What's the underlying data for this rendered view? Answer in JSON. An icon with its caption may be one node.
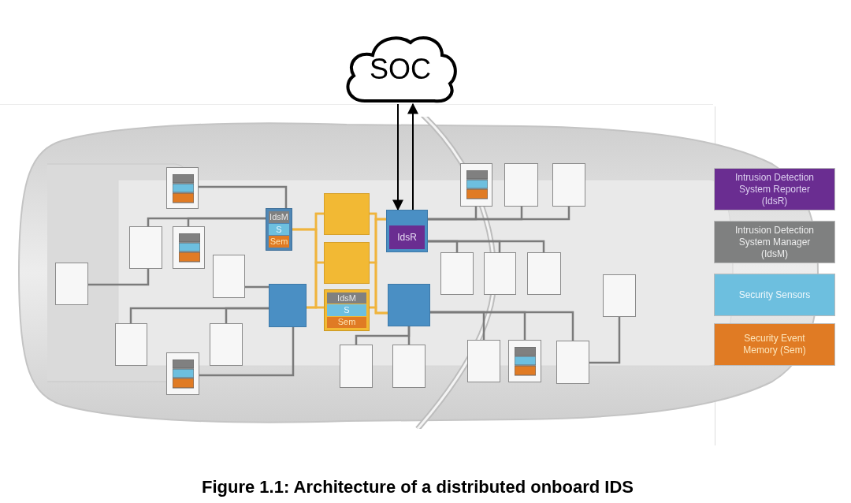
{
  "diagram": {
    "caption": "Figure 1.1: Architecture of a distributed onboard IDS",
    "nodes": [
      {
        "text": [
          "SOC"
        ]
      },
      {
        "text": [
          "IdsM",
          "S",
          "Sem"
        ]
      },
      {
        "text": [],
        "shape": "box"
      },
      {
        "text": [],
        "shape": "box"
      },
      {
        "text": [
          "IdsM",
          "S",
          "Sem"
        ]
      },
      {
        "text": [
          "IdsR"
        ]
      },
      {
        "text": [],
        "shape": "box"
      },
      {
        "text": [],
        "shape": "box"
      },
      {
        "text": [],
        "shape": "box"
      },
      {
        "text": [],
        "shape": "box"
      },
      {
        "text": [],
        "shape": "box"
      },
      {
        "text": [],
        "shape": "box"
      },
      {
        "text": [],
        "shape": "box"
      },
      {
        "text": [],
        "shape": "box"
      },
      {
        "text": [],
        "shape": "box"
      },
      {
        "text": [],
        "shape": "box"
      },
      {
        "text": [],
        "shape": "box"
      },
      {
        "text": [],
        "shape": "box"
      },
      {
        "text": [],
        "shape": "box"
      },
      {
        "text": [],
        "shape": "box"
      },
      {
        "text": [],
        "shape": "box"
      },
      {
        "text": [],
        "shape": "box"
      },
      {
        "text": [],
        "shape": "box"
      },
      {
        "text": [],
        "shape": "box"
      },
      {
        "text": [],
        "shape": "box"
      },
      {
        "text": [],
        "shape": "box"
      },
      {
        "text": [],
        "shape": "box"
      },
      {
        "text": [],
        "shape": "box"
      }
    ],
    "edges": [
      {
        "from": 0,
        "to": 5,
        "arrow": "to",
        "color": "#000000"
      },
      {
        "from": 5,
        "to": 0,
        "arrow": "to",
        "color": "#000000"
      },
      {
        "from": 8,
        "to": 1,
        "arrow": "none"
      },
      {
        "from": 1,
        "to": 9,
        "arrow": "none"
      },
      {
        "from": 1,
        "to": 10,
        "arrow": "none"
      },
      {
        "from": 9,
        "to": 11,
        "arrow": "none"
      },
      {
        "from": 12,
        "to": 6,
        "arrow": "none"
      },
      {
        "from": 6,
        "to": 13,
        "arrow": "none"
      },
      {
        "from": 6,
        "to": 14,
        "arrow": "none"
      },
      {
        "from": 6,
        "to": 15,
        "arrow": "none"
      },
      {
        "from": 1,
        "to": 2,
        "arrow": "none",
        "color": "#f0b43c"
      },
      {
        "from": 1,
        "to": 3,
        "arrow": "none",
        "color": "#f0b43c"
      },
      {
        "from": 1,
        "to": 4,
        "arrow": "none",
        "color": "#f0b43c"
      },
      {
        "from": 6,
        "to": 2,
        "arrow": "none",
        "color": "#f0b43c"
      },
      {
        "from": 6,
        "to": 3,
        "arrow": "none",
        "color": "#f0b43c"
      },
      {
        "from": 6,
        "to": 4,
        "arrow": "none",
        "color": "#f0b43c"
      },
      {
        "from": 2,
        "to": 5,
        "arrow": "none",
        "color": "#f0b43c"
      },
      {
        "from": 3,
        "to": 5,
        "arrow": "none",
        "color": "#f0b43c"
      },
      {
        "from": 4,
        "to": 5,
        "arrow": "none",
        "color": "#f0b43c"
      },
      {
        "from": 2,
        "to": 7,
        "arrow": "none",
        "color": "#f0b43c"
      },
      {
        "from": 3,
        "to": 7,
        "arrow": "none",
        "color": "#f0b43c"
      },
      {
        "from": 4,
        "to": 7,
        "arrow": "none",
        "color": "#f0b43c"
      },
      {
        "from": 5,
        "to": 16,
        "arrow": "none"
      },
      {
        "from": 5,
        "to": 17,
        "arrow": "none"
      },
      {
        "from": 5,
        "to": 18,
        "arrow": "none"
      },
      {
        "from": 5,
        "to": 19,
        "arrow": "none"
      },
      {
        "from": 5,
        "to": 20,
        "arrow": "none"
      },
      {
        "from": 5,
        "to": 21,
        "arrow": "none"
      },
      {
        "from": 7,
        "to": 23,
        "arrow": "none"
      },
      {
        "from": 7,
        "to": 24,
        "arrow": "none"
      },
      {
        "from": 7,
        "to": 25,
        "arrow": "none"
      },
      {
        "from": 25,
        "to": 22,
        "arrow": "none"
      },
      {
        "from": 7,
        "to": 26,
        "arrow": "none"
      },
      {
        "from": 7,
        "to": 27,
        "arrow": "none"
      }
    ],
    "legend": [
      {
        "text": "Intrusion Detection System Reporter (IdsR)",
        "color": "#6a2d91"
      },
      {
        "text": "Intrusion Detection System Manager (IdsM)",
        "color": "#7f8080"
      },
      {
        "text": "Security Sensors",
        "color": "#6dbfdf"
      },
      {
        "text": "Security Event Memory (Sem)",
        "color": "#e07b24"
      }
    ]
  }
}
